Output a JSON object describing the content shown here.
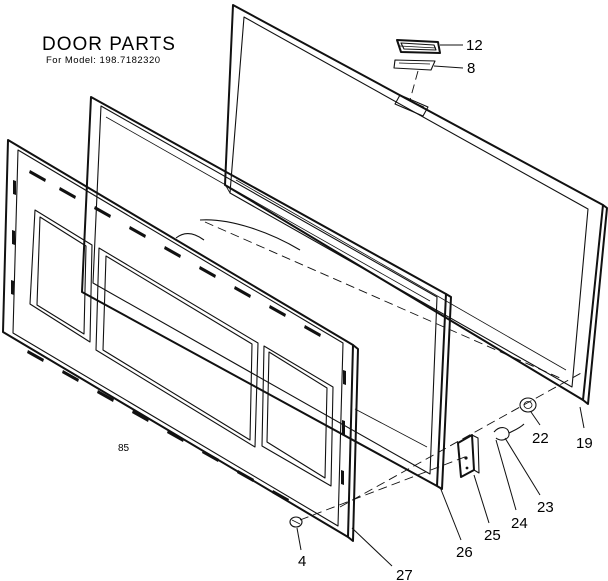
{
  "header": {
    "title": "DOOR PARTS",
    "model_line": "For Model: 198.7182320"
  },
  "page_code": "85",
  "callouts": [
    {
      "id": "c12",
      "label": "12"
    },
    {
      "id": "c8",
      "label": "8"
    },
    {
      "id": "c22",
      "label": "22"
    },
    {
      "id": "c19",
      "label": "19"
    },
    {
      "id": "c23",
      "label": "23"
    },
    {
      "id": "c24",
      "label": "24"
    },
    {
      "id": "c25",
      "label": "25"
    },
    {
      "id": "c26",
      "label": "26"
    },
    {
      "id": "c4",
      "label": "4"
    },
    {
      "id": "c27",
      "label": "27"
    }
  ],
  "colors": {
    "line": "#111111",
    "background": "#ffffff"
  }
}
